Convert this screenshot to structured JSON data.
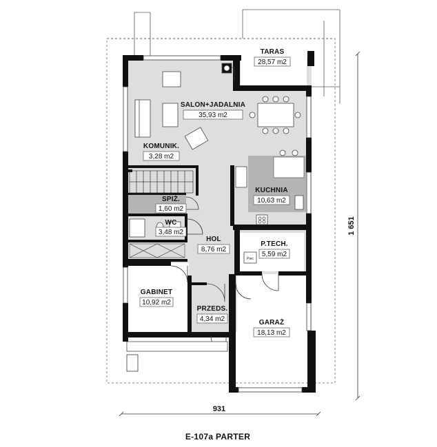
{
  "rooms": [
    {
      "id": "taras",
      "name": "TARAS",
      "area": "28,57 m2"
    },
    {
      "id": "salon",
      "name": "SALON+JADALNIA",
      "area": "35,93 m2"
    },
    {
      "id": "komunik",
      "name": "KOMUNIK.",
      "area": "3,28 m2"
    },
    {
      "id": "kuchnia",
      "name": "KUCHNIA",
      "area": "10,63 m2"
    },
    {
      "id": "spiz",
      "name": "SPIŻ.",
      "area": "1,60 m2"
    },
    {
      "id": "wc",
      "name": "WC",
      "area": "3,48 m2"
    },
    {
      "id": "hol",
      "name": "HOL",
      "area": "8,76 m2"
    },
    {
      "id": "ptech",
      "name": "P.TECH.",
      "area": "5,59 m2"
    },
    {
      "id": "gabinet",
      "name": "GABINET",
      "area": "10,92 m2"
    },
    {
      "id": "przeds",
      "name": "PRZEDS.",
      "area": "4,34 m2"
    },
    {
      "id": "garaz",
      "name": "GARAŻ",
      "area": "18,13 m2"
    }
  ],
  "dimensions": {
    "width": "931",
    "height": "1 651"
  },
  "boiler_label": "Piec",
  "caption": "E-107a PARTER",
  "colors": {
    "wall": "#111111",
    "shaded_floor": "#b4b4b4",
    "light_floor": "#dedede",
    "white_floor": "#ffffff"
  }
}
